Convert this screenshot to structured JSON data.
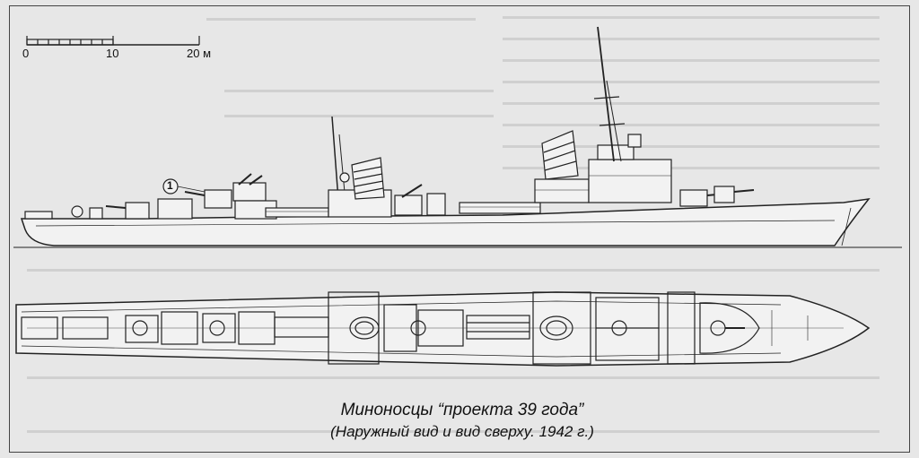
{
  "scale": {
    "ticks": [
      "0",
      "10",
      "20 м"
    ]
  },
  "callout": {
    "number": "1"
  },
  "caption": {
    "line1": "Миноносцы “проекта 39 года”",
    "line2": "(Наружный вид и вид сверху. 1942 г.)"
  },
  "colors": {
    "paper": "#e7e7e7",
    "ink": "#222222",
    "hull_fill": "#f2f2f2"
  }
}
